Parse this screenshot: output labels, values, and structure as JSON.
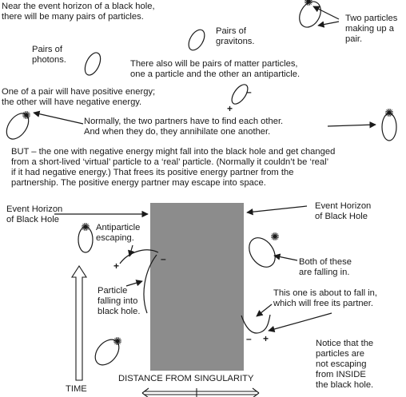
{
  "labels": {
    "intro": [
      "Near the event horizon of a black hole,",
      "there will be many pairs of particles."
    ],
    "two_particles": [
      "Two particles",
      "making up a",
      "pair."
    ],
    "gravitons": [
      "Pairs of",
      "gravitons."
    ],
    "photons": [
      "Pairs of",
      "photons."
    ],
    "matter": [
      "There also will be pairs of matter particles,",
      "one a particle and the other an antiparticle."
    ],
    "energy": [
      "One of a pair will have positive energy;",
      "the other will have negative energy."
    ],
    "annihilate": [
      "Normally, the two partners have to find each other.",
      "And when they do, they annihilate one another."
    ],
    "but_paragraph": [
      "BUT – the one with negative energy might fall into the black hole and get changed",
      "from a short-lived ‘virtual’ particle to a ‘real’ particle. (Normally it couldn’t be ‘real’",
      "if it had negative energy.) That frees its positive energy partner from the",
      "partnership. The positive energy partner may escape into space."
    ],
    "event_horizon_left": [
      "Event Horizon",
      "of Black Hole"
    ],
    "event_horizon_right": [
      "Event Horizon",
      "of Black Hole"
    ],
    "antiparticle_escaping": [
      "Antiparticle",
      "escaping."
    ],
    "both_falling": [
      "Both of these",
      "are falling in."
    ],
    "particle_falling": [
      "Particle",
      "falling into",
      "black hole."
    ],
    "about_to_fall": [
      "This one is about to fall in,",
      "which will free its partner."
    ],
    "notice": [
      "Notice that the",
      "particles are",
      "not escaping",
      "from INSIDE",
      "the black hole."
    ],
    "time": "TIME",
    "distance": "DISTANCE FROM SINGULARITY",
    "plus": "+",
    "minus": "–"
  },
  "colors": {
    "black_hole_fill": "#8c8c8c",
    "ink": "#1a1a1a"
  }
}
